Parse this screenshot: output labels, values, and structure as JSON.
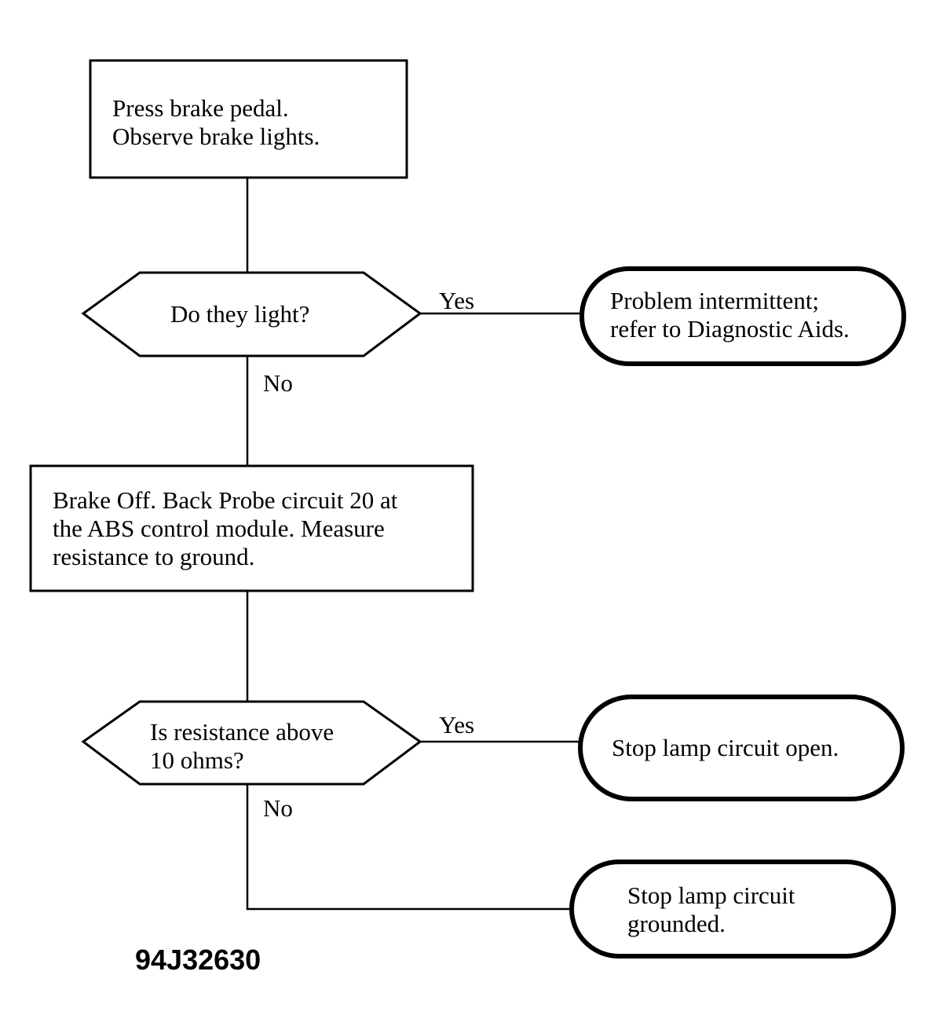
{
  "flowchart": {
    "nodes": {
      "press_brake": {
        "line1": "Press brake pedal.",
        "line2": "Observe brake lights."
      },
      "do_they_light": {
        "line1": "Do they light?"
      },
      "problem_intermittent": {
        "line1": "Problem intermittent;",
        "line2": "refer to Diagnostic Aids."
      },
      "brake_off": {
        "line1": "Brake Off. Back Probe circuit 20 at",
        "line2": "the ABS control module. Measure",
        "line3": "resistance to ground."
      },
      "resistance_above": {
        "line1": "Is resistance above",
        "line2": "10 ohms?"
      },
      "circuit_open": {
        "line1": "Stop lamp circuit open."
      },
      "circuit_grounded": {
        "line1": "Stop lamp circuit",
        "line2": "grounded."
      }
    },
    "edges": {
      "light_yes": "Yes",
      "light_no": "No",
      "resistance_yes": "Yes",
      "resistance_no": "No"
    },
    "figure_id": "94J32630"
  }
}
